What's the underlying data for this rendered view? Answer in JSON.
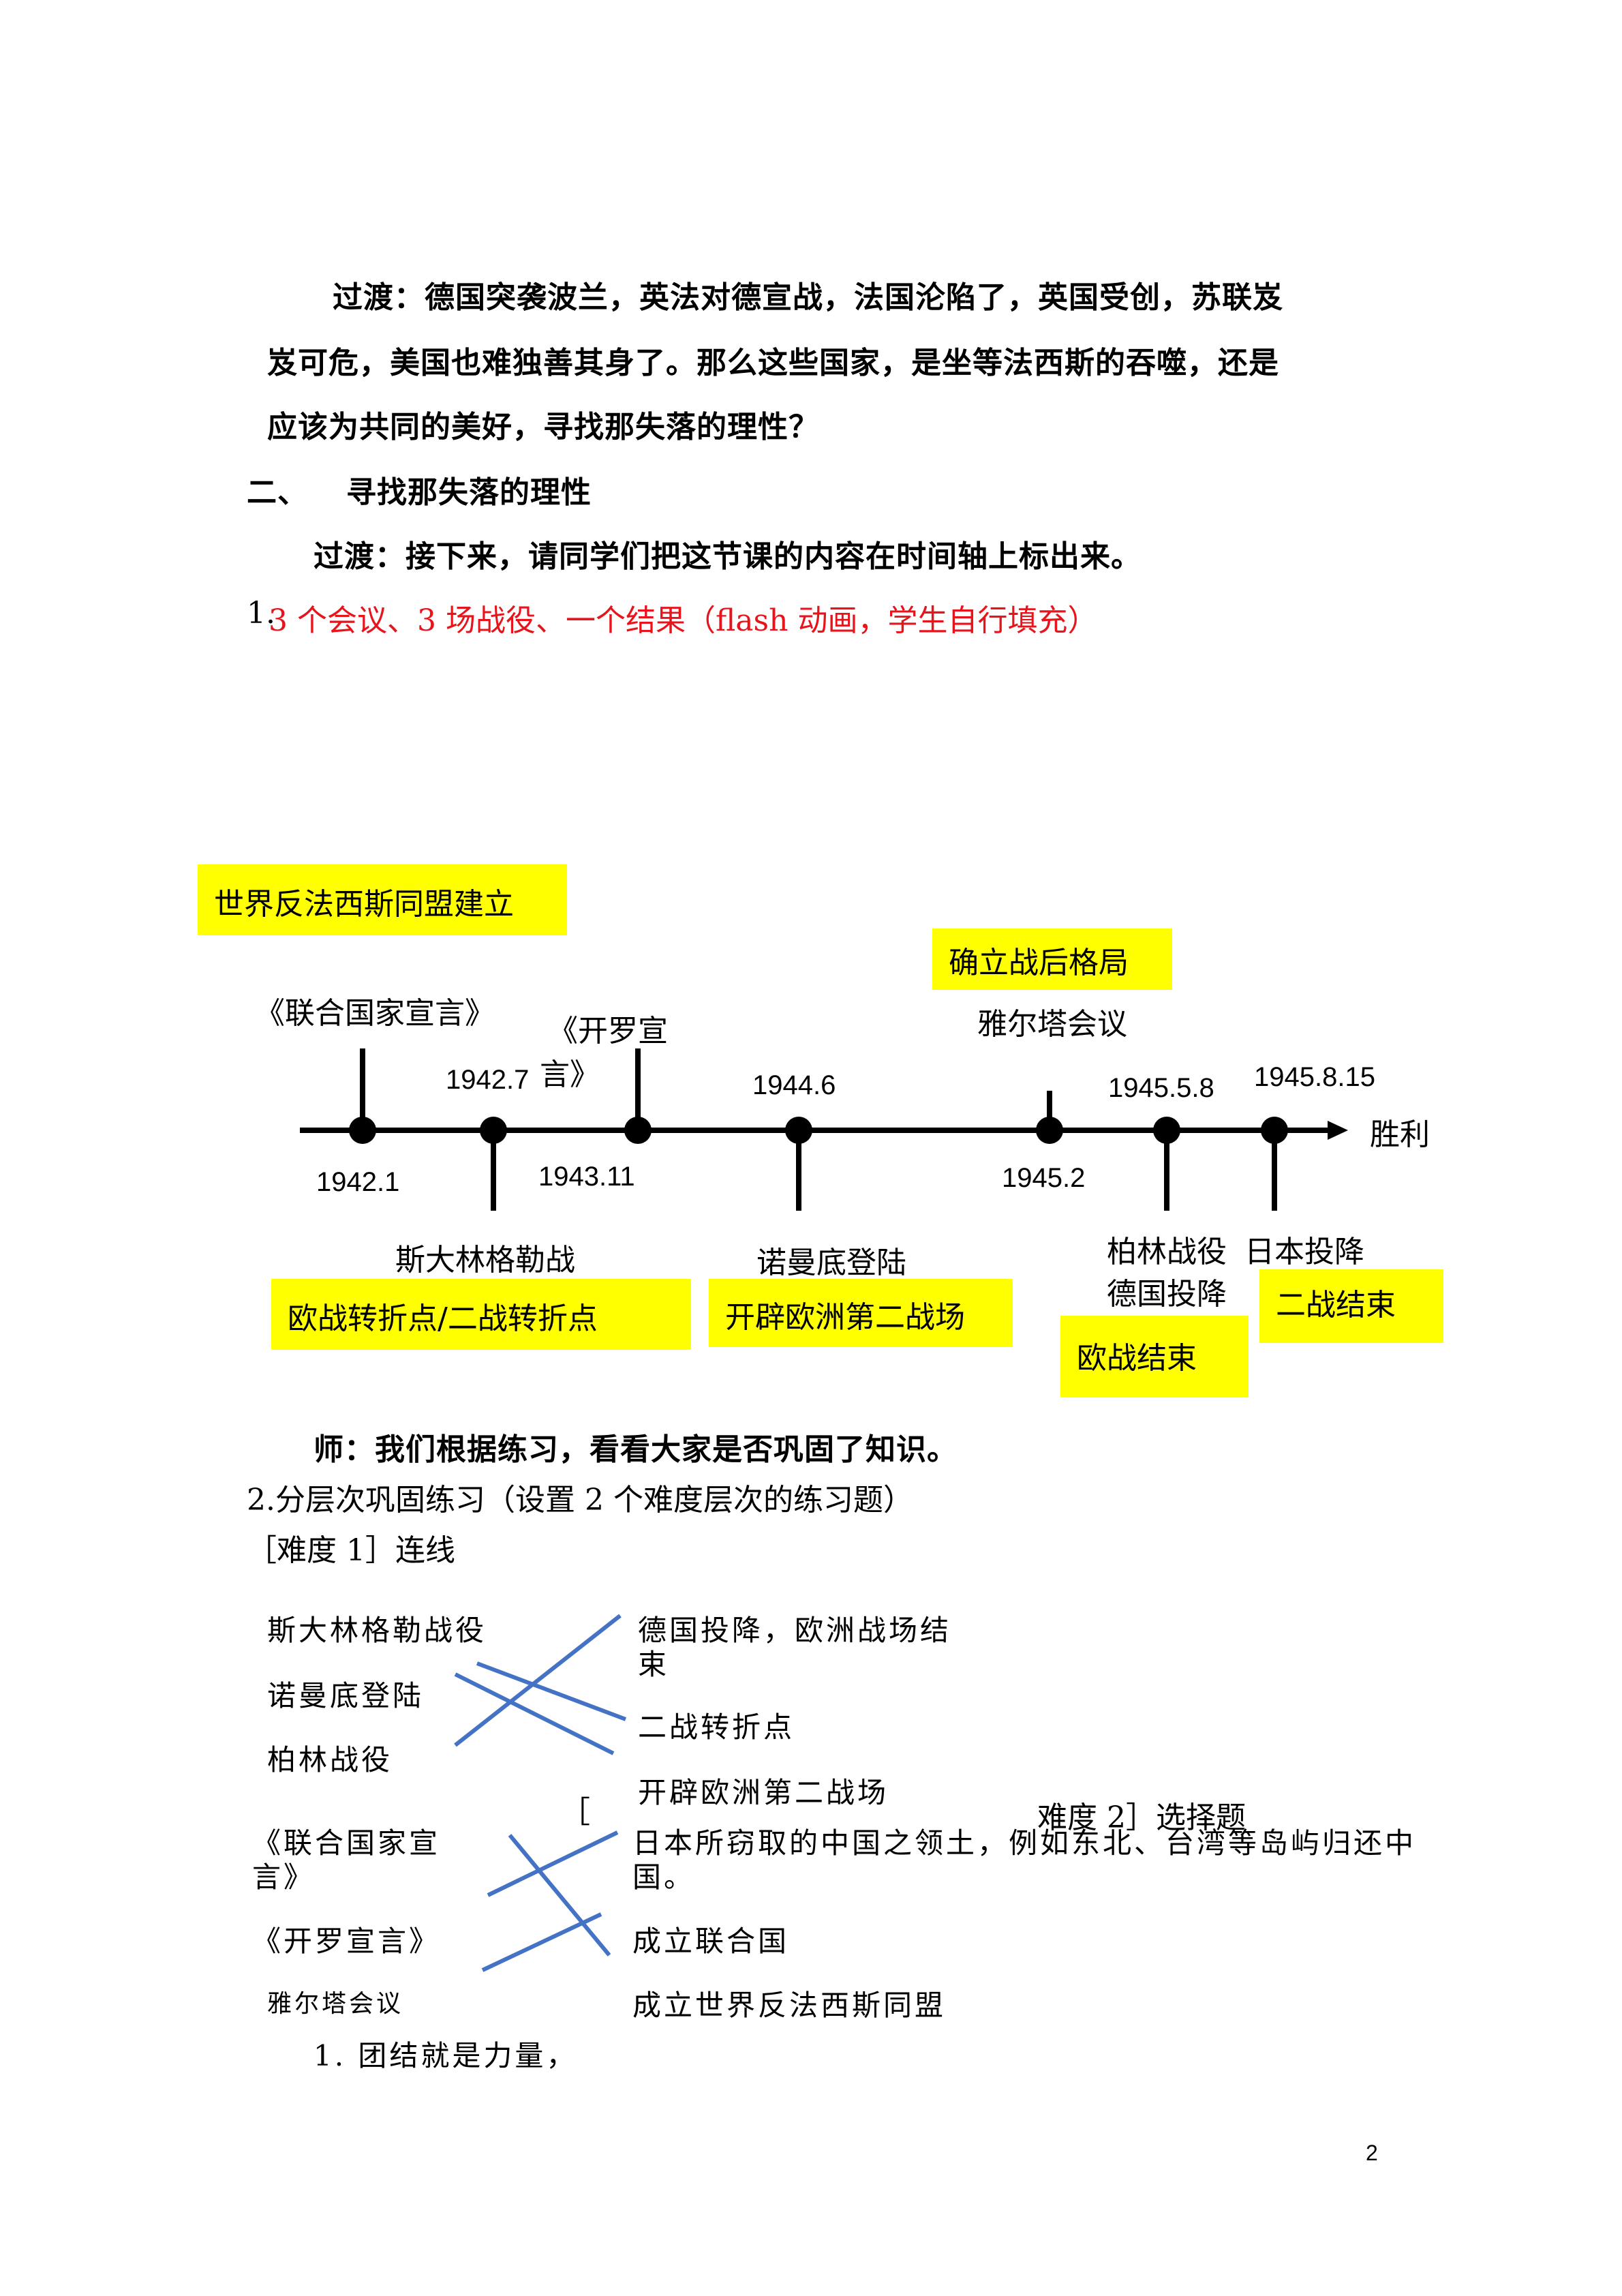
{
  "transition1": {
    "line1": "过渡：德国突袭波兰，英法对德宣战，法国沦陷了，英国受创，苏联岌",
    "line2": "岌可危，美国也难独善其身了。那么这些国家，是坐等法西斯的吞噬，还是",
    "line3": "应该为共同的美好，寻找那失落的理性？"
  },
  "section2": {
    "number": "二、",
    "title": "寻找那失落的理性"
  },
  "transition2": "过渡：接下来，请同学们把这节课的内容在时间轴上标出来。",
  "item1": {
    "prefix": "1.",
    "text": "3 个会议、3 场战役、一个结果（flash 动画，学生自行填充）"
  },
  "timeline": {
    "end_label": "胜利",
    "top_labels": {
      "un_declaration": "《联合国家宣言》",
      "cairo_1": "《开罗宣",
      "cairo_2": "言》",
      "yalta": "雅尔塔会议"
    },
    "dates": {
      "d1942_1": "1942.1",
      "d1942_7": "1942.7",
      "d1943_11": "1943.11",
      "d1944_6": "1944.6",
      "d1945_2": "1945.2",
      "d1945_5_8": "1945.5.8",
      "d1945_8_15": "1945.8.15"
    },
    "bottom_labels": {
      "stalingrad": "斯大林格勒战",
      "normandy": "诺曼底登陆",
      "berlin_1": "柏林战役",
      "berlin_2": "德国投降",
      "japan": "日本投降"
    },
    "highlights": {
      "alliance": "世界反法西斯同盟建立",
      "postwar": "确立战后格局",
      "turning_point": "欧战转折点/二战转折点",
      "second_front": "开辟欧洲第二战场",
      "euro_end": "欧战结束",
      "war_end": "二战结束"
    },
    "colors": {
      "highlight": "#ffff00",
      "line": "#000000"
    }
  },
  "teacher": "师：我们根据练习，看看大家是否巩固了知识。",
  "item2": "2.分层次巩固练习（设置 2 个难度层次的练习题）",
  "level1": "［难度 1］连线",
  "match1": {
    "left": [
      "斯大林格勒战役",
      "诺曼底登陆",
      "柏林战役"
    ],
    "right_1a": "德国投降，欧洲战场结",
    "right_1b": "束",
    "right_2": "二战转折点",
    "right_3": "开辟欧洲第二战场"
  },
  "match2": {
    "left_1a": "《联合国家宣",
    "left_1b": "言》",
    "left_2": "《开罗宣言》",
    "left_3": "雅尔塔会议",
    "right_1a": "日本所窃取的中国之领土，例如东北、台湾等岛屿归还中",
    "right_1b": "国。",
    "right_2": "成立联合国",
    "right_3": "成立世界反法西斯同盟"
  },
  "level2_bracket": "［",
  "level2": "难度 2］选择题",
  "q1": "1. 团结就是力量，",
  "page_number": "2",
  "line_color": "#4472c4"
}
